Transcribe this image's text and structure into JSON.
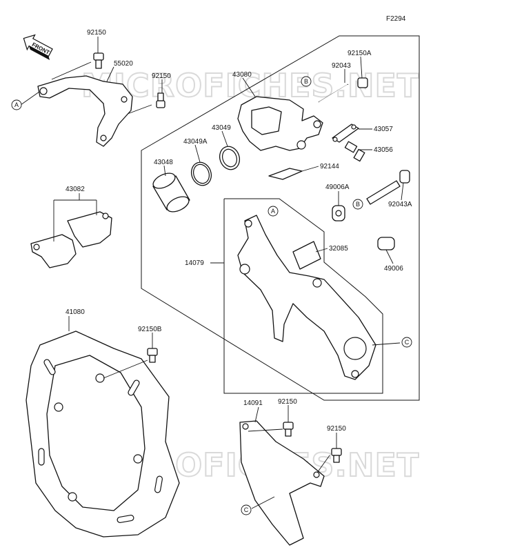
{
  "figure_code": "F2294",
  "front_label": "FRONT",
  "watermark_text": "MICROFICHES.NET",
  "reference_letters": {
    "a": "A",
    "b": "B",
    "c": "C"
  },
  "part_numbers": {
    "p92150_top": "92150",
    "p55020": "55020",
    "p92150_mid": "92150",
    "p43080": "43080",
    "p92043": "92043",
    "p92150A": "92150A",
    "p43057": "43057",
    "p43056": "43056",
    "p43049": "43049",
    "p43049A": "43049A",
    "p43048": "43048",
    "p92144": "92144",
    "p49006A": "49006A",
    "p92043A": "92043A",
    "p43082": "43082",
    "p32085": "32085",
    "p14079": "14079",
    "p49006": "49006",
    "p41080": "41080",
    "p92150B": "92150B",
    "p14091": "14091",
    "p92150_g1": "92150",
    "p92150_g2": "92150"
  }
}
